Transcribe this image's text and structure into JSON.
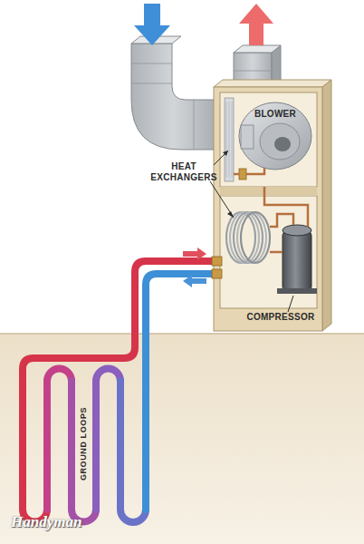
{
  "diagram": {
    "labels": [
      "BLOWER",
      "HEAT EXCHANGERS",
      "COMPRESSOR",
      "GROUND LOOPS",
      "Handyman"
    ]
  }
}
